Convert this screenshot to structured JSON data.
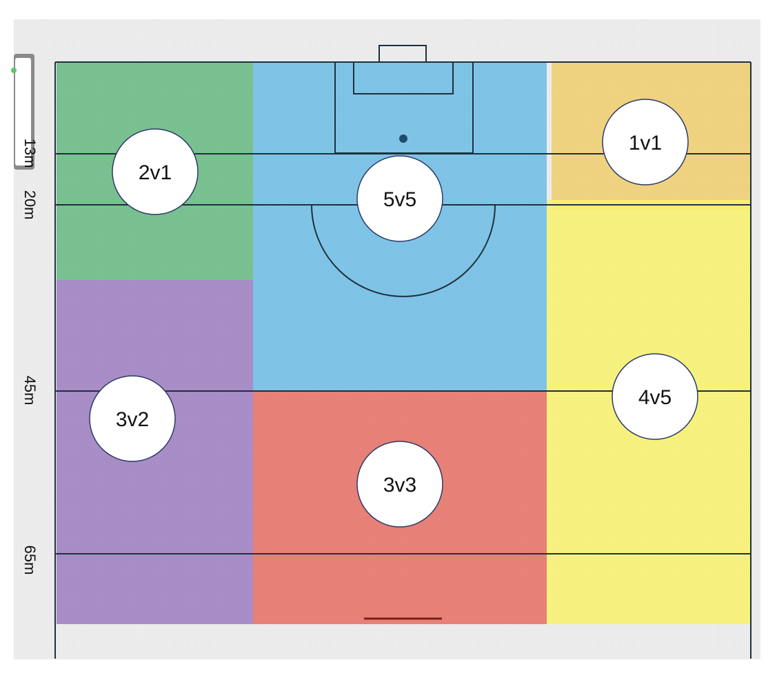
{
  "distance_markers": [
    {
      "id": "13m",
      "label": "13m"
    },
    {
      "id": "20m",
      "label": "20m"
    },
    {
      "id": "45m",
      "label": "45m"
    },
    {
      "id": "65m",
      "label": "65m"
    }
  ],
  "zones": [
    {
      "id": "2v1",
      "label": "2v1",
      "color": "#6cbb85"
    },
    {
      "id": "5v5",
      "label": "5v5",
      "color": "#72bfe6"
    },
    {
      "id": "1v1",
      "label": "1v1",
      "color": "#f0cf74"
    },
    {
      "id": "3v2",
      "label": "3v2",
      "color": "#a182c2"
    },
    {
      "id": "4v5",
      "label": "4v5",
      "color": "#f7f272"
    },
    {
      "id": "3v3",
      "label": "3v3",
      "color": "#e77469"
    }
  ]
}
